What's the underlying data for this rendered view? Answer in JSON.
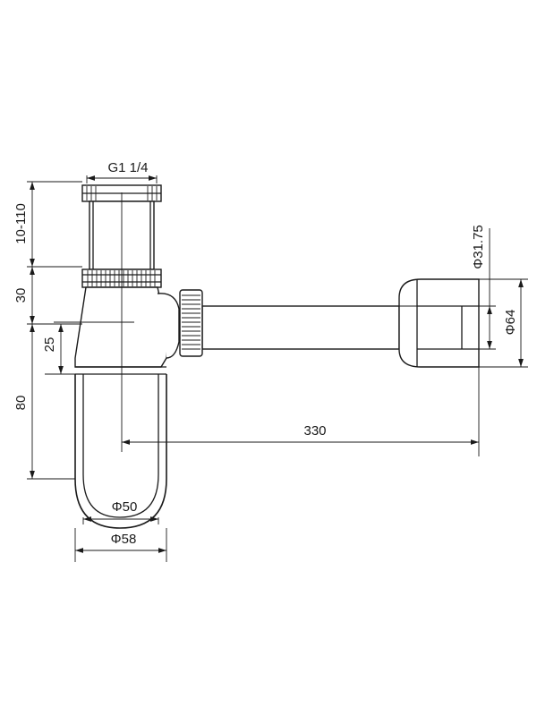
{
  "dimensions": {
    "thread": "G1 1/4",
    "height_adjust": "10-110",
    "nut_height": "30",
    "outlet_offset": "25",
    "bottle_height": "80",
    "inner_diameter": "Φ50",
    "outer_diameter": "Φ58",
    "pipe_length": "330",
    "pipe_diameter": "Φ31.75",
    "rosette_diameter": "Φ64"
  }
}
